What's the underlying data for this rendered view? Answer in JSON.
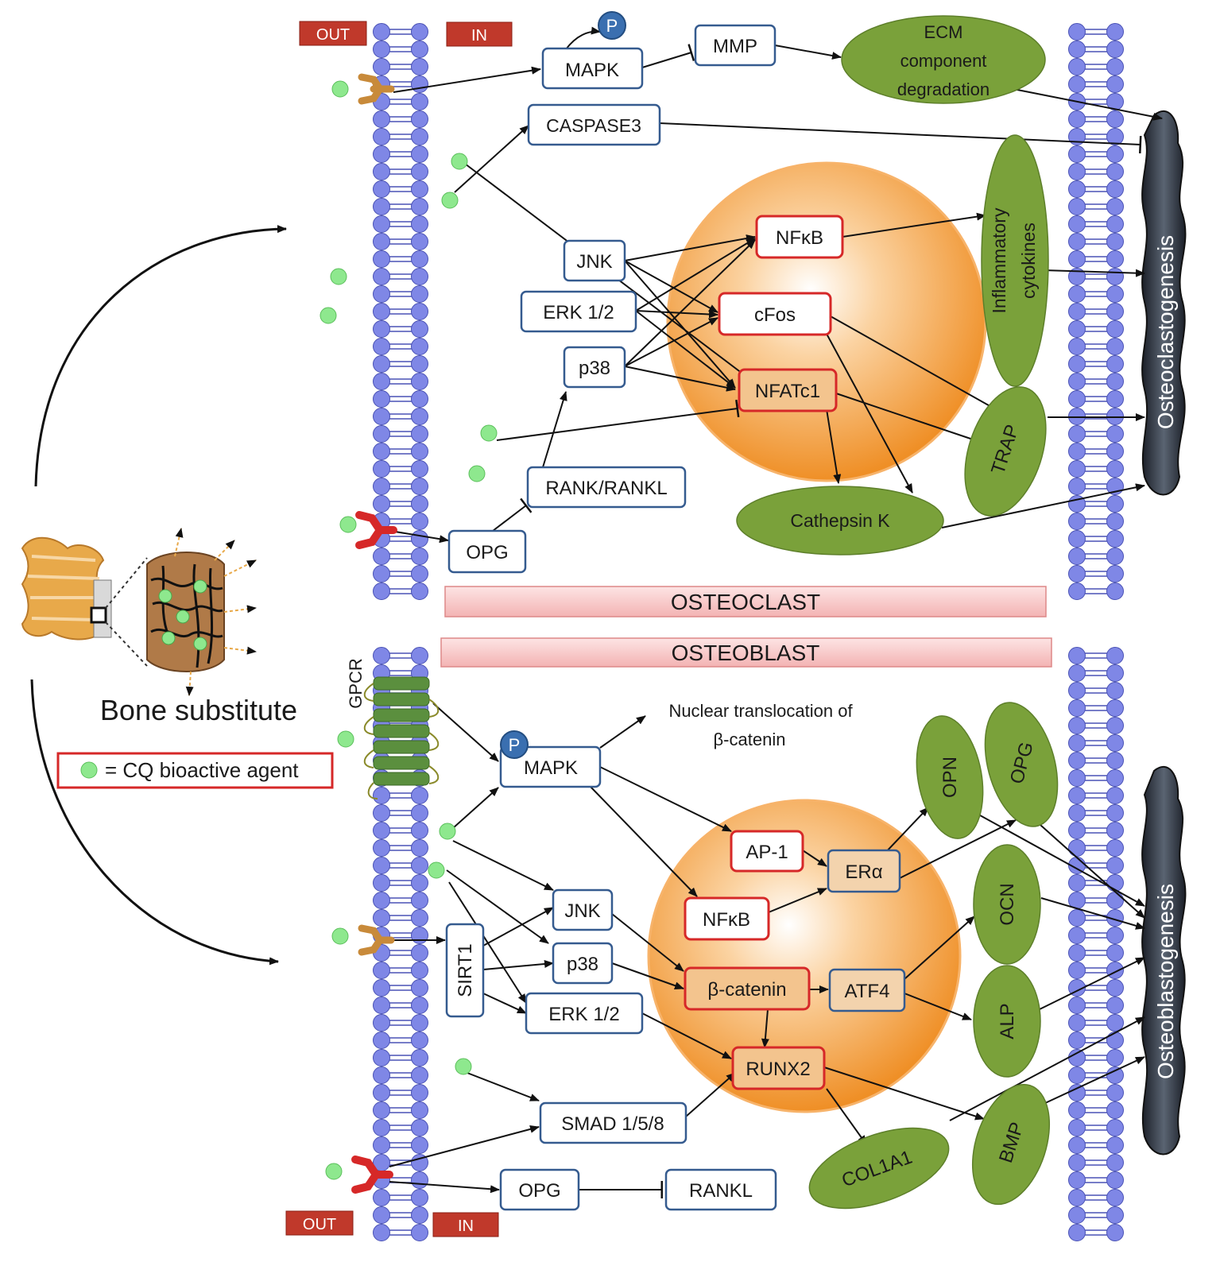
{
  "labels": {
    "out": "OUT",
    "in": "IN",
    "gpcr": "GPCR",
    "osteoclast": "OSTEOCLAST",
    "osteoblast": "OSTEOBLAST",
    "bone_substitute": "Bone substitute",
    "legend_text": "= CQ bioactive agent",
    "phospho": "P",
    "osteoclastogenesis": "Osteoclastogenesis",
    "osteoblastogenesis": "Osteoblastogenesis",
    "nuclear_translocation_line1": "Nuclear translocation of",
    "nuclear_translocation_line2": "β-catenin"
  },
  "osteoclast_nodes": {
    "mapk": "MAPK",
    "mmp": "MMP",
    "ecm_line1": "ECM",
    "ecm_line2": "component",
    "ecm_line3": "degradation",
    "caspase3": "CASPASE3",
    "jnk": "JNK",
    "erk": "ERK 1/2",
    "p38": "p38",
    "nfkb": "NFκB",
    "cfos": "cFos",
    "nfatc1": "NFATc1",
    "rank_rankl": "RANK/RANKL",
    "opg": "OPG",
    "cathepsin_k": "Cathepsin K",
    "trap": "TRAP",
    "inflammatory_line1": "Inflammatory",
    "inflammatory_line2": "cytokines"
  },
  "osteoblast_nodes": {
    "mapk": "MAPK",
    "ap1": "AP-1",
    "nfkb": "NFκB",
    "era": "ERα",
    "jnk": "JNK",
    "p38": "p38",
    "erk": "ERK 1/2",
    "sirt1": "SIRT1",
    "beta_catenin": "β-catenin",
    "atf4": "ATF4",
    "runx2": "RUNX2",
    "smad": "SMAD 1/5/8",
    "opg": "OPG",
    "rankl": "RANKL",
    "opn": "OPN",
    "opg_ellipse": "OPG",
    "ocn": "OCN",
    "alp": "ALP",
    "bmp": "BMP",
    "col1a1": "COL1A1"
  },
  "colors": {
    "membrane": "#7f87e6",
    "agent": "#8ee88e",
    "nucleus": "#f39c3a",
    "ellipse": "#7aa13a",
    "box_border": "#355b8f",
    "highlight_border": "#d62828",
    "tag_fill": "#c0392b",
    "banner_fill": "#f6c1c1"
  }
}
